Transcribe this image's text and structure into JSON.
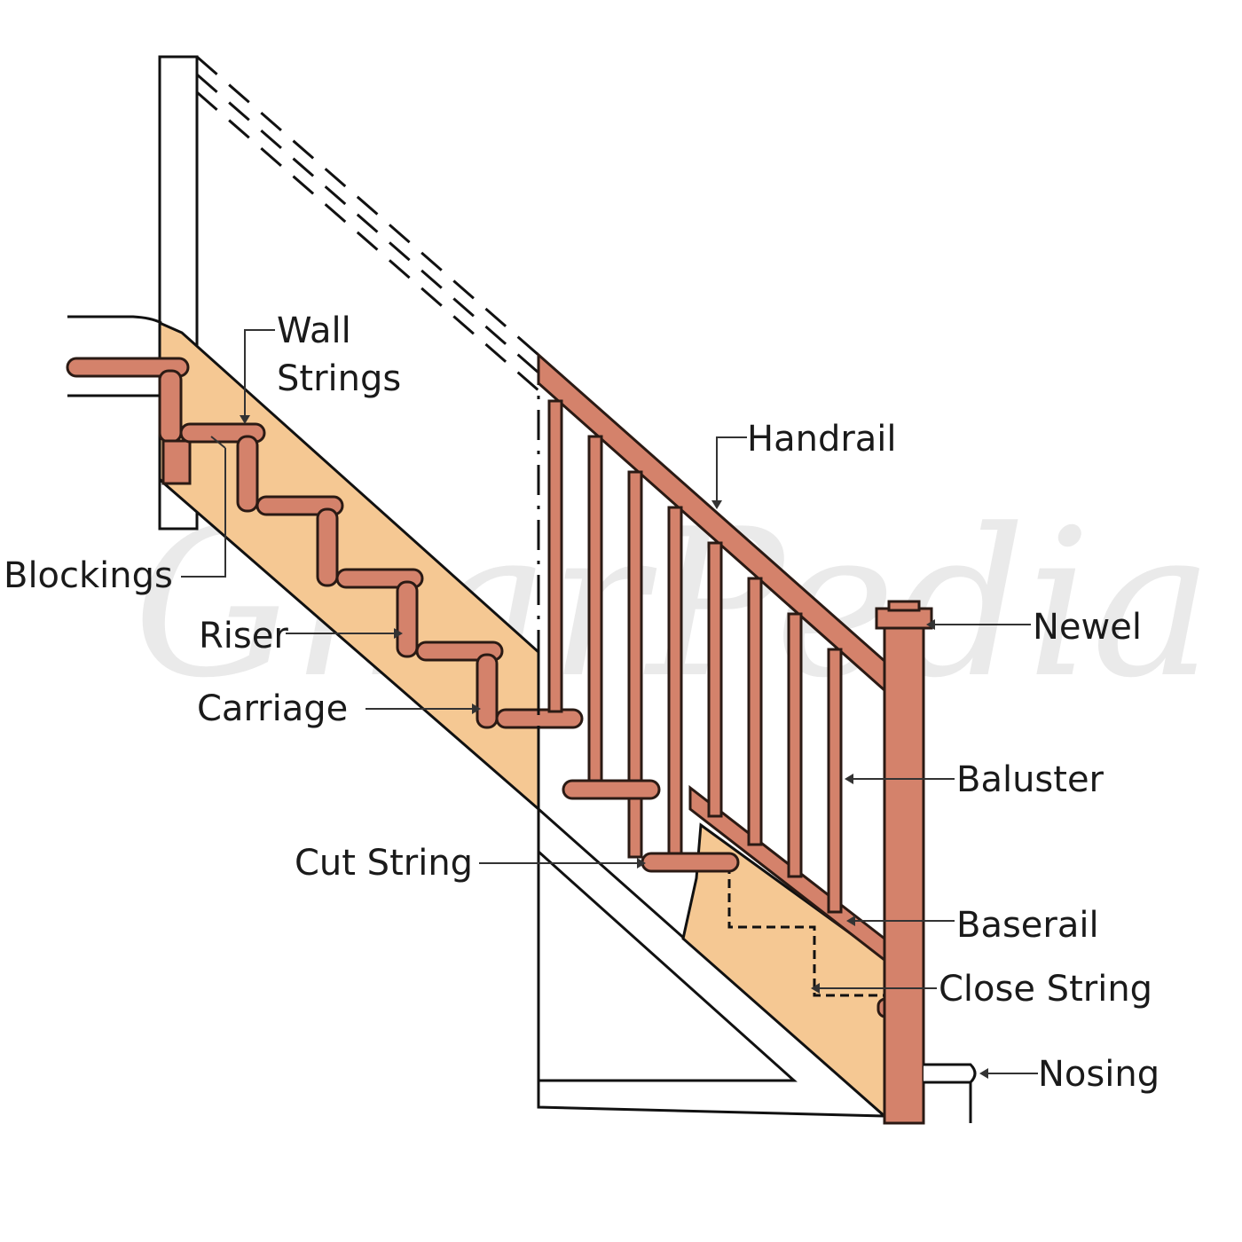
{
  "diagram": {
    "watermark": "GharPedia",
    "labels": {
      "wall_strings_line1": "Wall",
      "wall_strings_line2": "Strings",
      "handrail": "Handrail",
      "blockings": "Blockings",
      "riser": "Riser",
      "carriage": "Carriage",
      "newel": "Newel",
      "baluster": "Baluster",
      "cut_string": "Cut String",
      "baserail": "Baserail",
      "close_string": "Close String",
      "nosing": "Nosing"
    },
    "colors": {
      "wood": "#d4826b",
      "string_fill": "#f5c893",
      "outline": "#111111"
    }
  }
}
